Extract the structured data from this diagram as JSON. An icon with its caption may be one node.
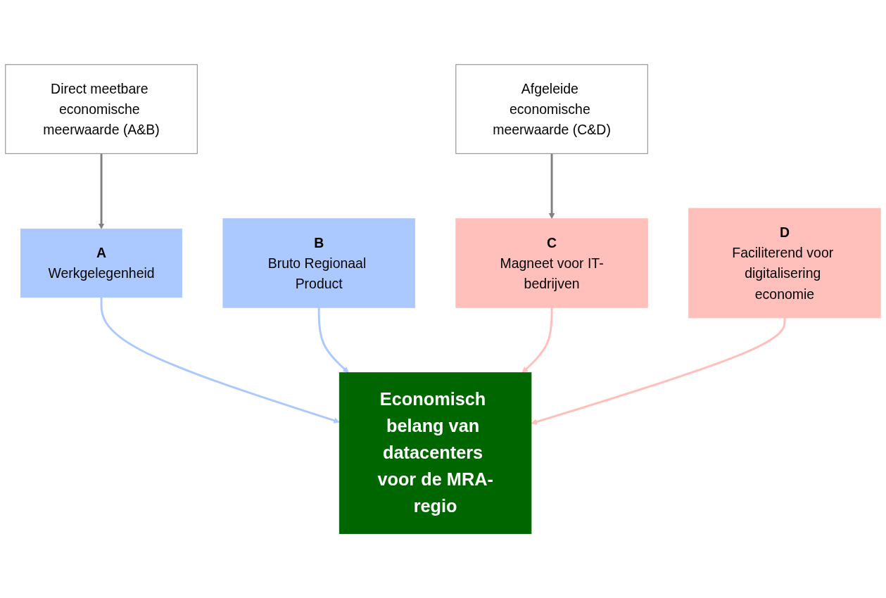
{
  "diagram": {
    "nodes": [
      {
        "text": [
          "Direct meetbare economische meerwaarde (A&B)"
        ]
      },
      {
        "text": [
          "A",
          "Werkgelegenheid"
        ]
      },
      {
        "text": [
          "B",
          "Bruto Regionaal Product"
        ]
      },
      {
        "text": [
          "Economisch belang van datacenters voor de MRA-regio"
        ]
      },
      {
        "text": [
          "Afgeleide economische meerwaarde (C&D)"
        ]
      },
      {
        "text": [
          "C",
          "Magneet voor IT-bedrijven"
        ]
      },
      {
        "text": [
          "D",
          "Faciliterend voor digitalisering economie"
        ]
      }
    ],
    "edges": [
      {
        "from": 0,
        "to": 1,
        "arrow": "to",
        "color": "#808080"
      },
      {
        "from": 1,
        "to": 3,
        "arrow": "to",
        "color": "#abc9ff"
      },
      {
        "from": 2,
        "to": 3,
        "arrow": "to",
        "color": "#abc9ff"
      },
      {
        "from": 5,
        "to": 3,
        "arrow": "to",
        "color": "#ffbfbb"
      },
      {
        "from": 6,
        "to": 3,
        "arrow": "to",
        "color": "#ffbfbb"
      },
      {
        "from": 4,
        "to": 5,
        "arrow": "to",
        "color": "#808080"
      }
    ]
  }
}
